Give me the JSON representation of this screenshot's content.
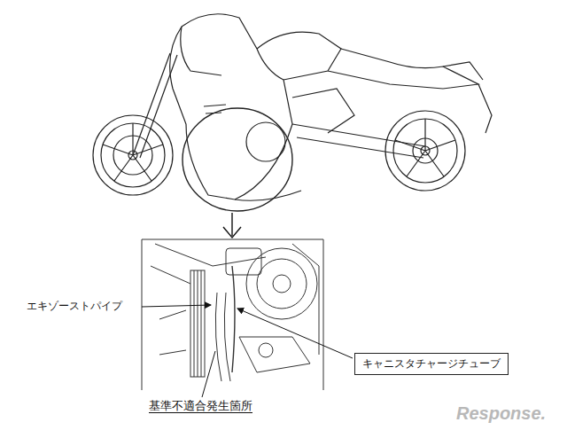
{
  "diagram": {
    "nodes": [
      {
        "text": [
          "キャニスタチャージチューブ"
        ]
      }
    ],
    "labels": [
      "エキゾーストパイプ",
      "基準不適合発生箇所",
      "Response."
    ]
  }
}
